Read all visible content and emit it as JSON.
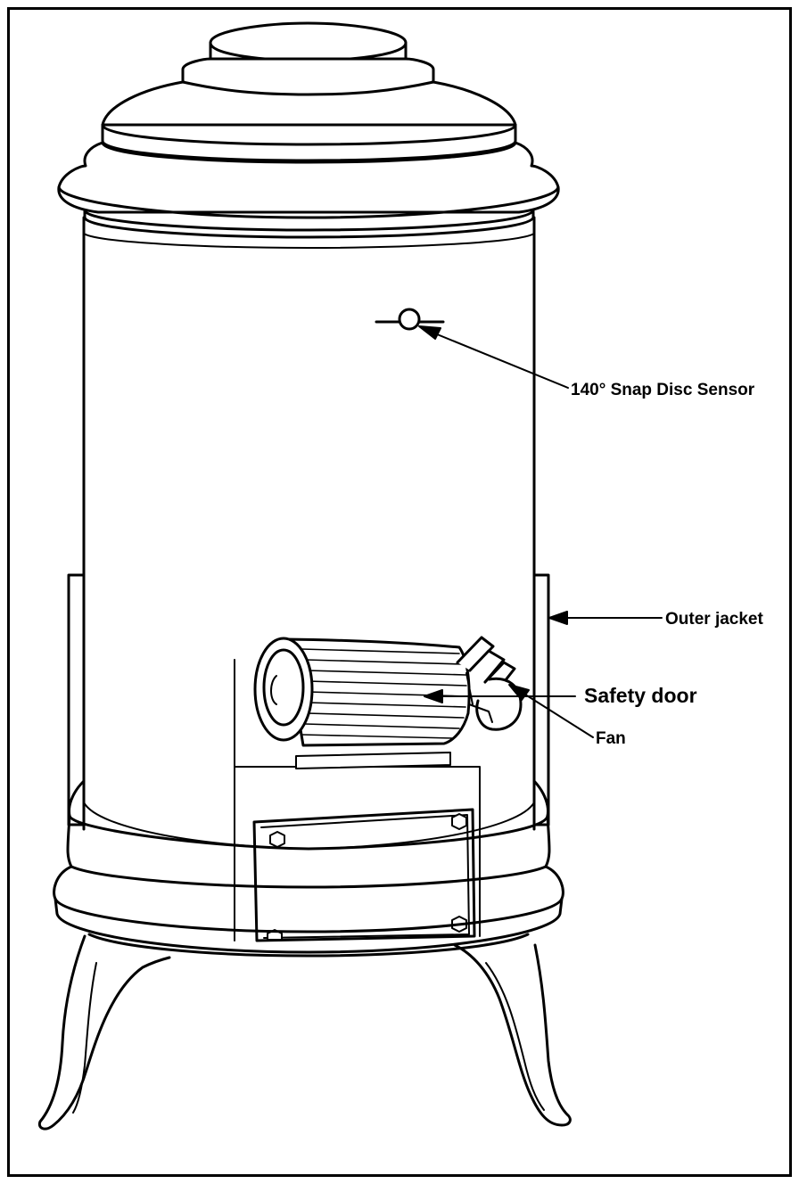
{
  "labels": {
    "sensor": "140° Snap Disc Sensor",
    "jacket": "Outer jacket",
    "fan": "Fan",
    "door": "Safety door"
  },
  "colors": {
    "line": "#000000",
    "background": "#ffffff"
  }
}
